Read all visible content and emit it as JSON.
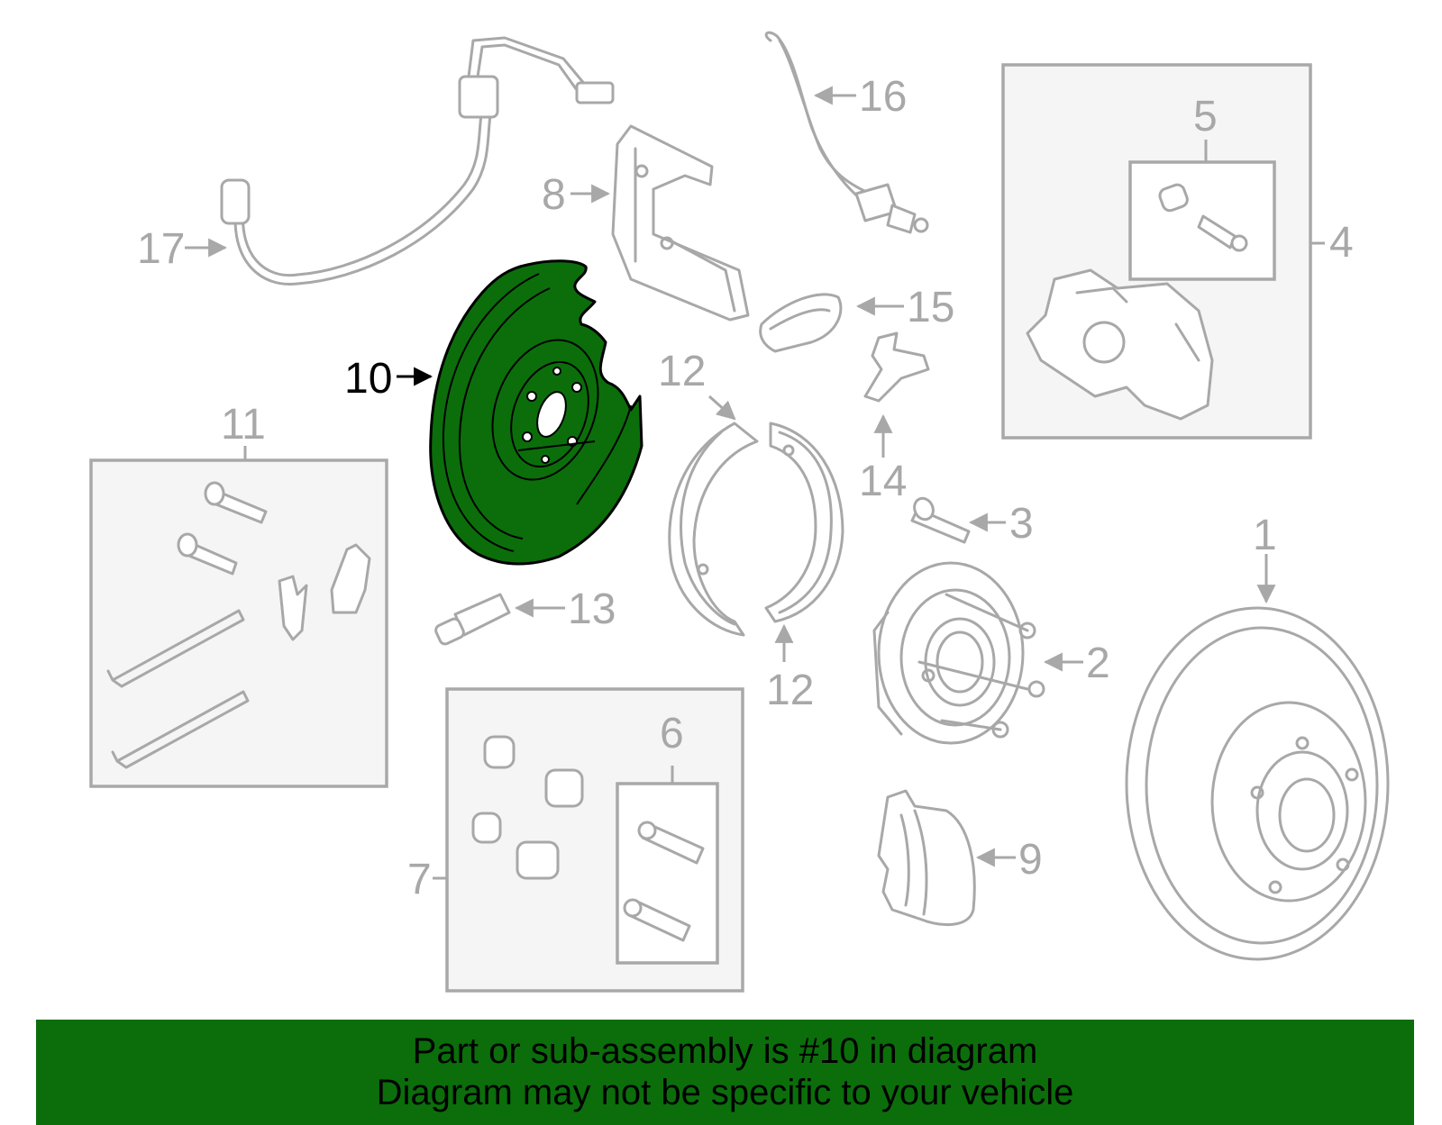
{
  "highlight_color": "#0b6e0b",
  "line_color": "#a8a8a8",
  "highlighted_part": "10",
  "callouts": {
    "c1": "1",
    "c2": "2",
    "c3": "3",
    "c4": "4",
    "c5": "5",
    "c6": "6",
    "c7": "7",
    "c8": "8",
    "c9": "9",
    "c10": "10",
    "c11": "11",
    "c12a": "12",
    "c12b": "12",
    "c13": "13",
    "c14": "14",
    "c15": "15",
    "c16": "16",
    "c17": "17"
  },
  "banner": {
    "line1": "Part or sub-assembly is #10 in diagram",
    "line2": "Diagram may not be specific to your vehicle"
  }
}
